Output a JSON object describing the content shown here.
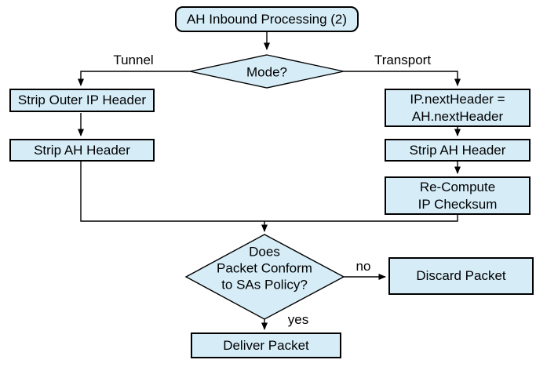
{
  "theme": {
    "node_fill": "#d6edf8",
    "node_border": "#000000",
    "line_color": "#000000",
    "text_color": "#000000",
    "page_bg": "#ffffff"
  },
  "diagram": {
    "type": "flowchart",
    "title": "AH Inbound Processing (2)",
    "nodes": {
      "start": {
        "label": "AH Inbound Processing (2)",
        "shape": "rounded-rect"
      },
      "mode": {
        "label": "Mode?",
        "shape": "diamond"
      },
      "strip_outer_ip": {
        "label": "Strip Outer IP Header",
        "shape": "rect"
      },
      "strip_ah_left": {
        "label": "Strip AH Header",
        "shape": "rect"
      },
      "ip_next_header": {
        "lines": [
          "IP.nextHeader =",
          "AH.nextHeader"
        ],
        "shape": "rect"
      },
      "strip_ah_right": {
        "label": "Strip AH Header",
        "shape": "rect"
      },
      "recompute_checksum": {
        "lines": [
          "Re-Compute",
          "IP Checksum"
        ],
        "shape": "rect"
      },
      "policy_check": {
        "lines": [
          "Does",
          "Packet Conform",
          "to SAs Policy?"
        ],
        "shape": "diamond"
      },
      "discard": {
        "label": "Discard Packet",
        "shape": "rect"
      },
      "deliver": {
        "label": "Deliver Packet",
        "shape": "rect"
      }
    },
    "edge_labels": {
      "tunnel": "Tunnel",
      "transport": "Transport",
      "no": "no",
      "yes": "yes"
    },
    "edges": [
      {
        "from": "start",
        "to": "mode"
      },
      {
        "from": "mode",
        "to": "strip_outer_ip",
        "label": "Tunnel"
      },
      {
        "from": "mode",
        "to": "ip_next_header",
        "label": "Transport"
      },
      {
        "from": "strip_outer_ip",
        "to": "strip_ah_left"
      },
      {
        "from": "ip_next_header",
        "to": "strip_ah_right"
      },
      {
        "from": "strip_ah_right",
        "to": "recompute_checksum"
      },
      {
        "from": "strip_ah_left",
        "to": "policy_check"
      },
      {
        "from": "recompute_checksum",
        "to": "policy_check"
      },
      {
        "from": "policy_check",
        "to": "discard",
        "label": "no"
      },
      {
        "from": "policy_check",
        "to": "deliver",
        "label": "yes"
      }
    ]
  }
}
